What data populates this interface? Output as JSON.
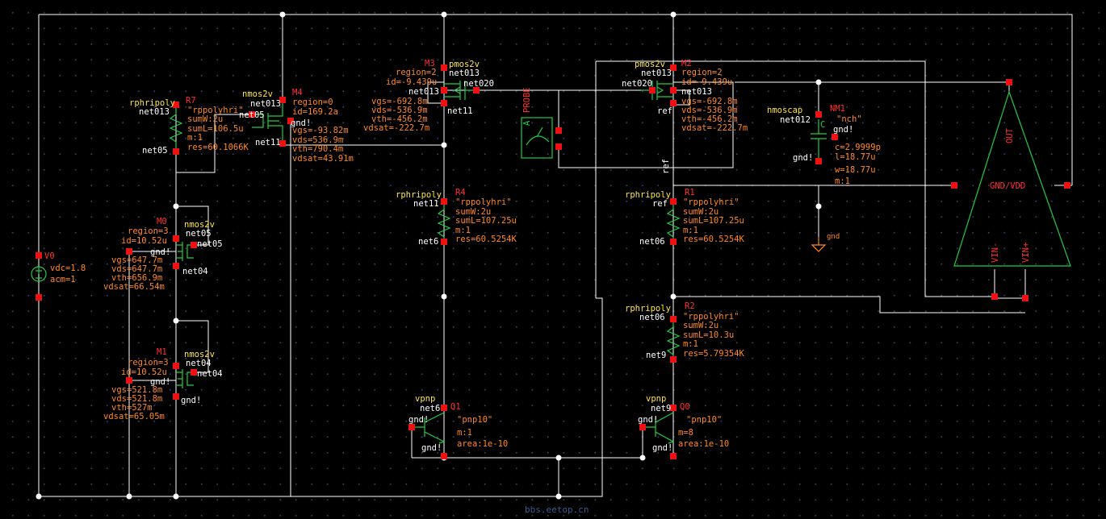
{
  "schematic": {
    "components": [
      {
        "id": "V0",
        "cell": "",
        "params": [
          "vdc=1.8",
          "acm=1"
        ]
      },
      {
        "id": "R7",
        "cell": "rphripoly",
        "params": [
          "\"rppolyhri\"",
          "sumW:2u",
          "sumL=106.5u",
          "m:1",
          "res=60.1066K"
        ],
        "net_top": "net013",
        "net_bot": "net05"
      },
      {
        "id": "M4",
        "cell": "nmos2v",
        "params": [
          "region=0",
          "id=169.2a",
          "vgs=-93.82m",
          "vds=536.9m",
          "vth=790.4m",
          "vdsat=43.91m"
        ],
        "nets": [
          "net013",
          "net05",
          "gnd!",
          "net11"
        ]
      },
      {
        "id": "M0",
        "cell": "nmos2v",
        "params": [
          "region=3",
          "id=10.52u",
          "vgs=647.7m",
          "vds=647.7m",
          "vth=656.9m",
          "vdsat=66.54m"
        ],
        "nets": [
          "net05",
          "gnd!",
          "net05",
          "net04"
        ]
      },
      {
        "id": "M1",
        "cell": "nmos2v",
        "params": [
          "region=3",
          "id=10.52u",
          "vgs=521.8m",
          "vds=521.8m",
          "vth=527m",
          "vdsat=65.05m"
        ],
        "nets": [
          "net04",
          "gnd!",
          "net04",
          "gnd!"
        ]
      },
      {
        "id": "M3",
        "cell": "pmos2v",
        "params": [
          "region=2",
          "id=-9.439u",
          "vgs=-692.8m",
          "vds=-536.9m",
          "vth=-456.2m",
          "vdsat=-222.7m"
        ],
        "nets": [
          "net013",
          "net013",
          "net020",
          "net11"
        ]
      },
      {
        "id": "PROBE",
        "cell": "",
        "params": [
          "PROBE",
          "A"
        ]
      },
      {
        "id": "M2",
        "cell": "pmos2v",
        "params": [
          "region=2",
          "id=-9.439u",
          "vgs=-692.8m",
          "vds=-536.9m",
          "vth=-456.2m",
          "vdsat=-222.7m"
        ],
        "nets": [
          "net013",
          "net020",
          "net013",
          "ref"
        ]
      },
      {
        "id": "NM1",
        "cell": "nmoscap",
        "params": [
          "\"nch\"",
          "c=2.9999p",
          "l=18.77u",
          "w=18.77u",
          "m:1"
        ],
        "nets": [
          "net012",
          "gnd!",
          "gnd!",
          "C"
        ]
      },
      {
        "id": "R4",
        "cell": "rphripoly",
        "params": [
          "\"rppolyhri\"",
          "sumW:2u",
          "sumL=107.25u",
          "m:1",
          "res=60.5254K"
        ],
        "net_top": "net11",
        "net_bot": "net6"
      },
      {
        "id": "R1",
        "cell": "rphripoly",
        "params": [
          "\"rppolyhri\"",
          "sumW:2u",
          "sumL=107.25u",
          "m:1",
          "res=60.5254K"
        ],
        "net_top": "ref",
        "net_bot": "net06"
      },
      {
        "id": "R2",
        "cell": "rphripoly",
        "params": [
          "\"rppolyhri\"",
          "sumW:2u",
          "sumL=10.3u",
          "m:1",
          "res=5.79354K"
        ],
        "net_top": "net06",
        "net_bot": "net9"
      },
      {
        "id": "Q1",
        "cell": "vpnp",
        "params": [
          "\"pnp10\"",
          "m:1",
          "area:1e-10"
        ],
        "nets": [
          "net6",
          "gnd!",
          "gnd!"
        ]
      },
      {
        "id": "Q0",
        "cell": "vpnp",
        "params": [
          "\"pnp10\"",
          "m=8",
          "area:1e-10"
        ],
        "nets": [
          "net9",
          "gnd!",
          "gnd!"
        ]
      },
      {
        "id": "AMP",
        "cell": "",
        "params": [
          "OUT",
          "GND/VDD",
          "VIN-",
          "VIN+"
        ]
      }
    ],
    "ref_label": "ref",
    "gnd_label": "gnd",
    "watermark": "bbs.eetop.cn"
  },
  "colors": {
    "background": "#000000",
    "wire": "#ffffff",
    "pin": "#ee1111",
    "symbol": "#22cc44",
    "param": "#ff8822",
    "cell": "#ffe640",
    "instance": "#ff3030"
  }
}
